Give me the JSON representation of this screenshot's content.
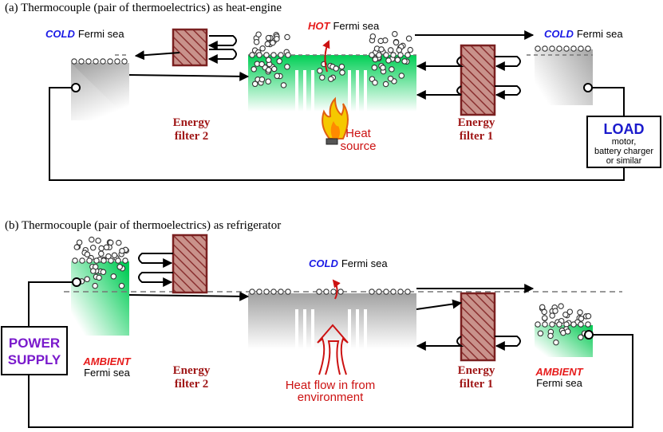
{
  "panel_a": {
    "heading": "(a) Thermocouple (pair of thermoelectrics) as heat-engine",
    "cold_left": {
      "word": "COLD",
      "rest": "Fermi sea"
    },
    "hot_center": {
      "word": "HOT",
      "rest": "Fermi sea"
    },
    "cold_right": {
      "word": "COLD",
      "rest": "Fermi sea"
    },
    "filter2": {
      "line1": "Energy",
      "line2": "filter 2"
    },
    "filter1": {
      "line1": "Energy",
      "line2": "filter 1"
    },
    "heat_source": {
      "line1": "Heat",
      "line2": "source"
    },
    "load": {
      "title": "LOAD",
      "line1": "motor,",
      "line2": "battery charger",
      "line3": "or similar"
    }
  },
  "panel_b": {
    "heading": "(b) Thermocouple (pair of thermoelectrics) as refrigerator",
    "cold_center": {
      "word": "COLD",
      "rest": "Fermi sea"
    },
    "ambient_left": {
      "word": "AMBIENT",
      "rest": "Fermi sea"
    },
    "ambient_right": {
      "word": "AMBIENT",
      "rest": "Fermi sea"
    },
    "filter2": {
      "line1": "Energy",
      "line2": "filter 2"
    },
    "filter1": {
      "line1": "Energy",
      "line2": "filter 1"
    },
    "heat_flow": {
      "line1": "Heat flow in from",
      "line2": "environment"
    },
    "power_supply": {
      "line1": "POWER",
      "line2": "SUPPLY"
    }
  },
  "colors": {
    "cold": "#1a1ae6",
    "hot_ambient": "#e61a1a",
    "filter_label": "#a01818",
    "filter_fill": "#c8908a",
    "filter_stroke": "#7a2020",
    "heat_arrow": "#cc1111",
    "green": "#00d25a",
    "gray": "#a8a8a8",
    "load_title": "#1a1acc",
    "power_text": "#7a1acc"
  }
}
